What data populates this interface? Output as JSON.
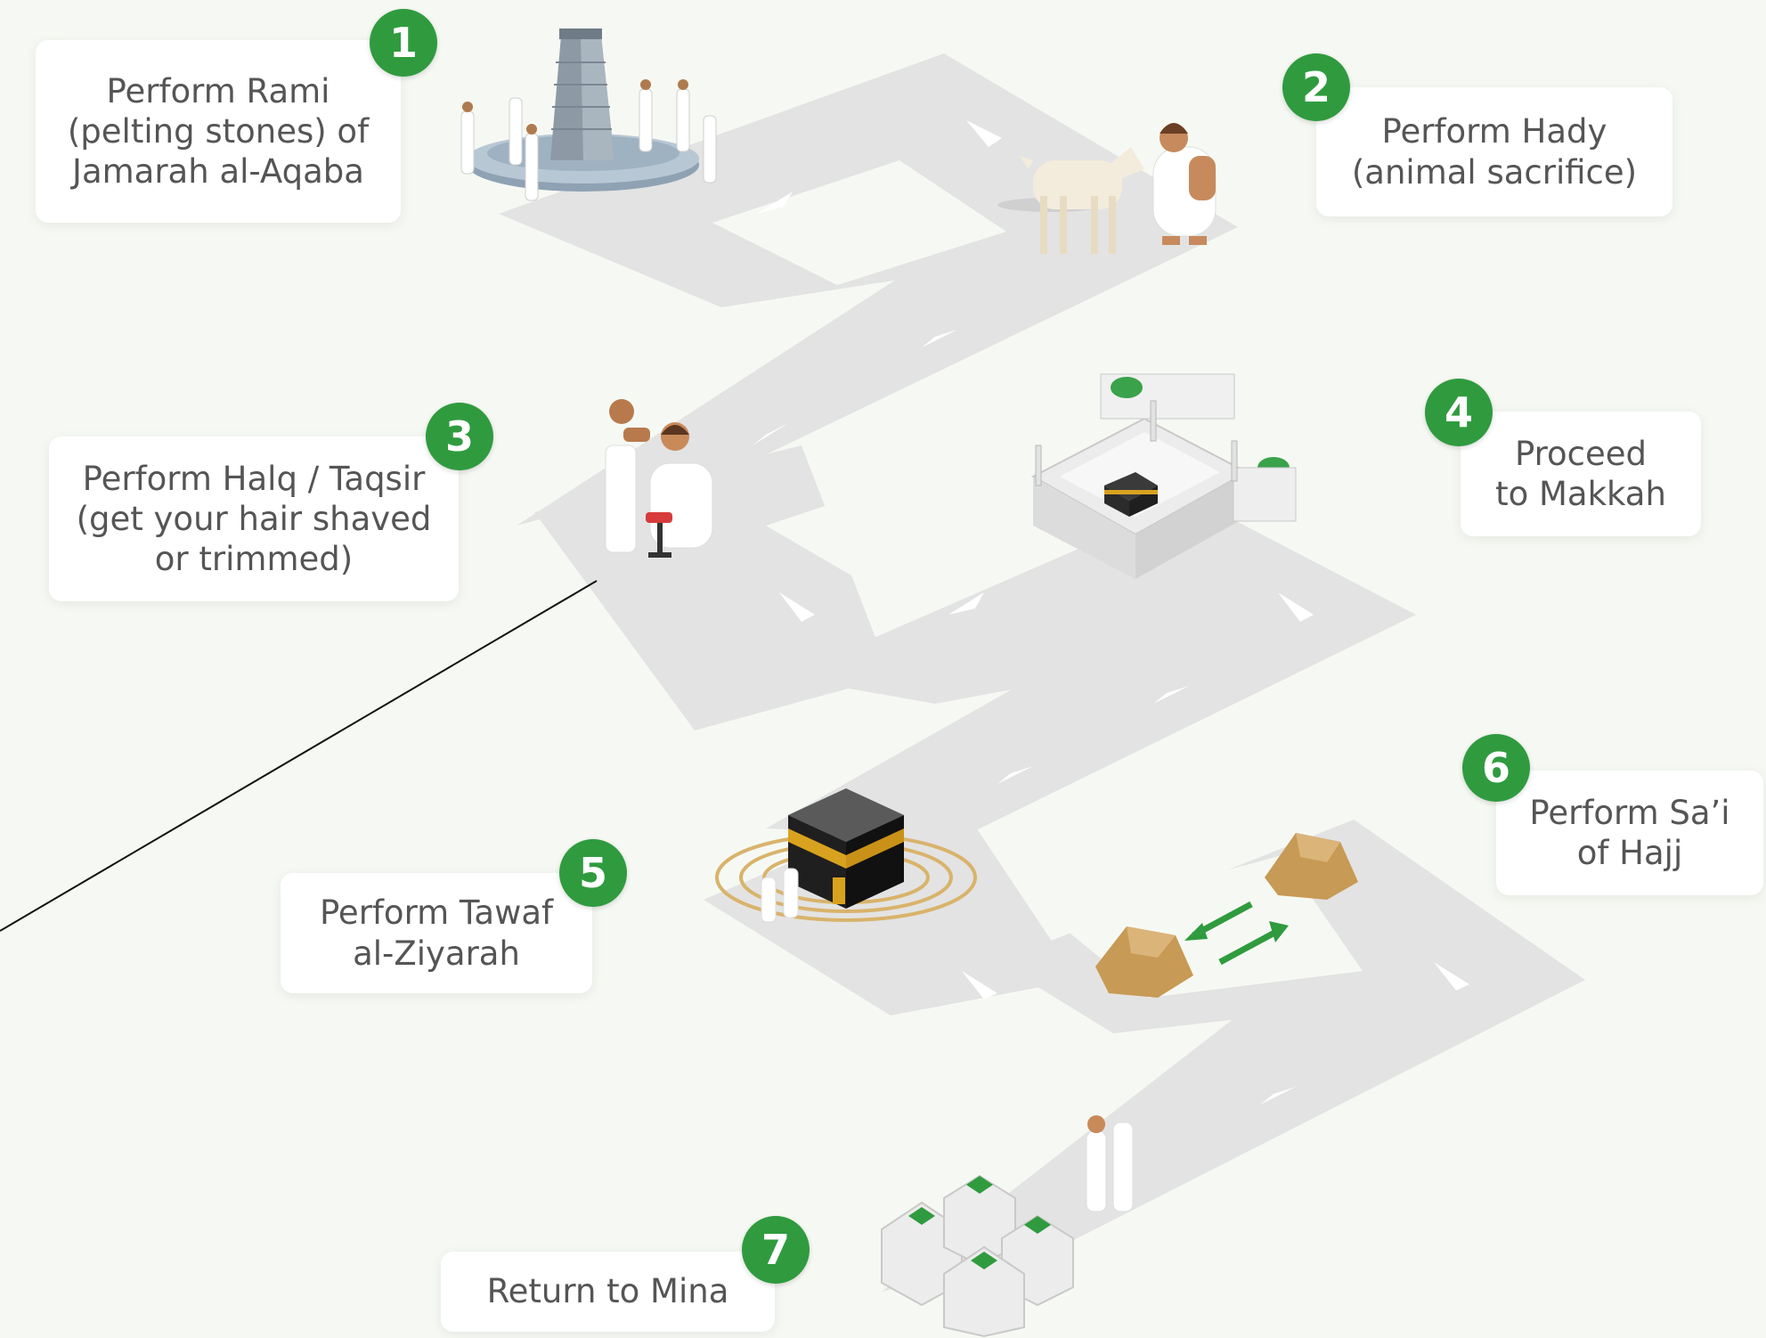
{
  "steps": [
    {
      "number": "1",
      "lines": [
        "Perform Rami",
        "(pelting stones) of",
        "Jamarah al-Aqaba"
      ]
    },
    {
      "number": "2",
      "lines": [
        "Perform Hady",
        "(animal sacrifice)"
      ]
    },
    {
      "number": "3",
      "lines": [
        "Perform Halq / Taqsir",
        "(get your hair shaved",
        "or trimmed)"
      ]
    },
    {
      "number": "4",
      "lines": [
        "Proceed",
        "to Makkah"
      ]
    },
    {
      "number": "5",
      "lines": [
        "Perform Tawaf",
        "al-Ziyarah"
      ]
    },
    {
      "number": "6",
      "lines": [
        "Perform Sa’i",
        "of Hajj"
      ]
    },
    {
      "number": "7",
      "lines": [
        "Return to Mina"
      ]
    }
  ],
  "colors": {
    "background": "#f6f9f3",
    "path": "#e3e3e3",
    "badge": "#2f9b3e",
    "card_text": "#555555",
    "kaaba_gold": "#d9a21e",
    "rock": "#c79a55"
  },
  "icons": [
    "jamarat-pillar-icon",
    "goat-sacrifice-icon",
    "haircut-icon",
    "masjid-al-haram-icon",
    "kaaba-tawaf-icon",
    "safa-marwa-rocks-icon",
    "mina-tents-icon"
  ]
}
